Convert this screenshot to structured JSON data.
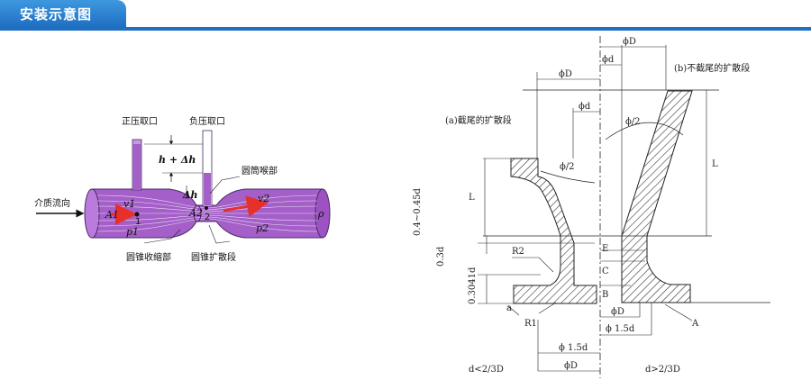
{
  "header": {
    "title": "安装示意图"
  },
  "left_diagram": {
    "positive_tap": "正压取口",
    "negative_tap": "负压取口",
    "head_label": "h + Δh",
    "dh_label": "Δh",
    "throat": "圆筒喉部",
    "medium_flow": "介质流向",
    "converging": "圆锥收缩部",
    "diverging": "圆锥扩散段",
    "A1": "A1",
    "v1": "v1",
    "p1": "p1",
    "v2": "v2",
    "p2": "p2",
    "A2": "A2",
    "rho": "ρ",
    "n1": "1",
    "n2": "2"
  },
  "right_diagram": {
    "title_a": "(a)截尾的扩散段",
    "title_b": "(b)不截尾的扩散段",
    "phiD_top": "ϕD",
    "phid_top": "ϕd",
    "phiD_mid": "ϕD",
    "phid_mid": "ϕd",
    "phi2_b": "ϕ/2",
    "phi2_a": "ϕ/2",
    "L_a": "L",
    "L_b": "L",
    "dim_04": "0.4~0.45d",
    "dim_03": "0.3d",
    "dim_0304": "0.3041d",
    "dim_a": "a",
    "R2": "R2",
    "R1": "R1",
    "E": "E",
    "C": "C",
    "B": "B",
    "A": "A",
    "phiD_bot": "ϕD",
    "phi15_r": "ϕ 1.5d",
    "phi15_l": "ϕ 1.5d",
    "phiD_bot_l": "ϕD",
    "cond_left": "d<2/3D",
    "cond_right": "d>2/3D"
  }
}
